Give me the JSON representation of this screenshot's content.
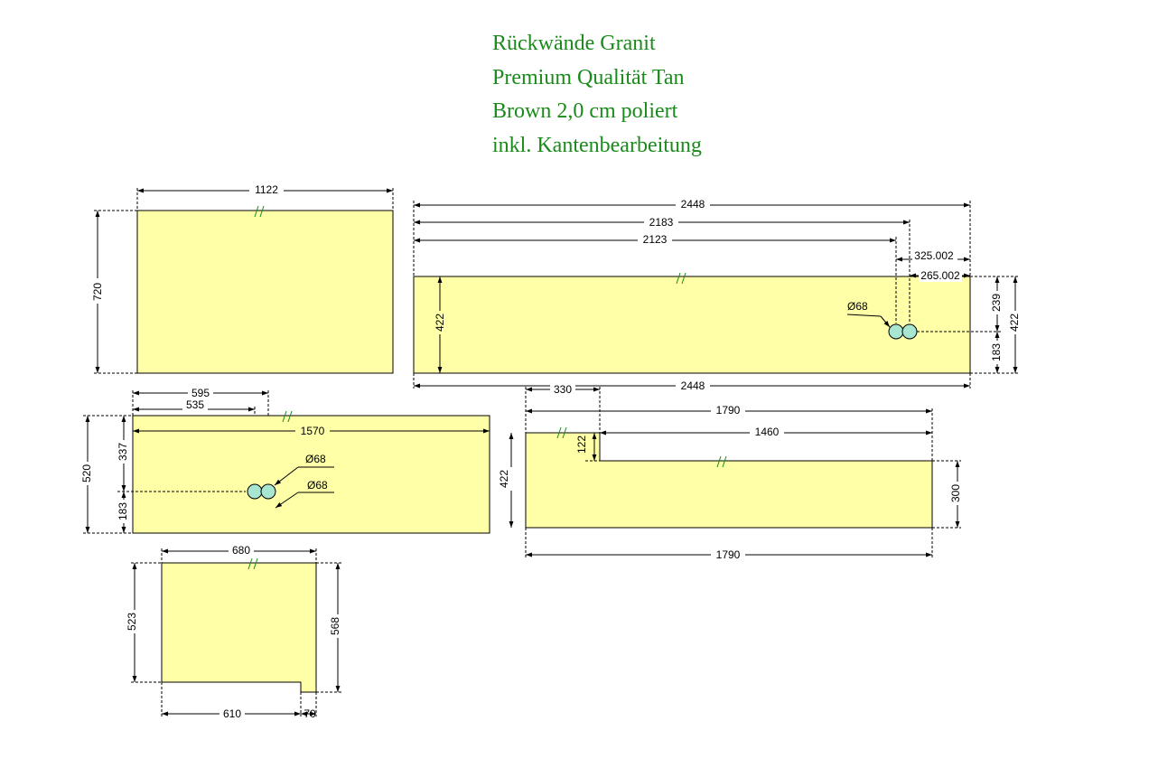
{
  "colors": {
    "title": "#1a8a1a",
    "panel_fill": "#ffffa8",
    "hole_fill": "#a8e6d2",
    "grain": "#1a8a1a",
    "line": "#000000"
  },
  "title": {
    "line1": "Rückwände Granit",
    "line2": "Premium Qualität Tan",
    "line3": "Brown 2,0 cm poliert",
    "line4": "inkl. Kantenbearbeitung"
  },
  "panels": {
    "panel1": {
      "width": "1122",
      "height": "720"
    },
    "panel2": {
      "width_top": "2448",
      "to_hole_right": "2183",
      "to_hole_left": "2123",
      "hole_right_from_edge": "325.002",
      "hole_left_from_edge": "265.002",
      "hole_diameter": "Ø68",
      "height_left": "422",
      "hole_from_top": "239",
      "hole_from_bottom": "183",
      "height_right": "422",
      "width_bottom": "2448"
    },
    "panel3": {
      "hole_right_from_left": "595",
      "hole_left_from_left": "535",
      "width": "1570",
      "height": "520",
      "hole_from_top": "337",
      "hole_from_bottom": "183",
      "hole_diameter_1": "Ø68",
      "hole_diameter_2": "Ø68"
    },
    "panel4": {
      "step_width": "330",
      "width_top": "1790",
      "step_right_width": "1460",
      "step_height": "122",
      "height_left": "422",
      "height_right": "300",
      "width_bottom": "1790"
    },
    "panel5": {
      "width_top": "680",
      "height_left": "523",
      "height_right": "568",
      "width_bottom_left": "610",
      "notch_width": "70"
    }
  }
}
